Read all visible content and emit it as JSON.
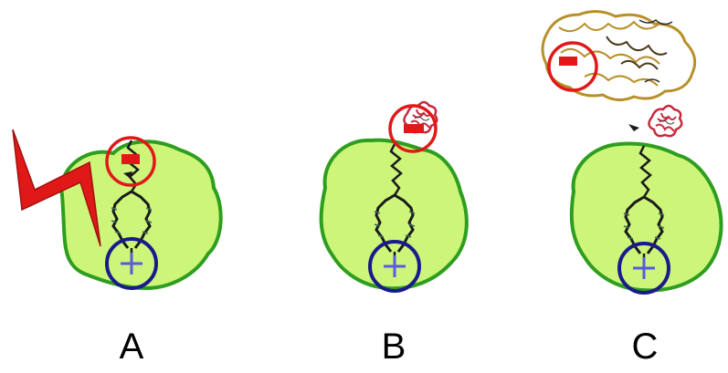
{
  "panels": [
    {
      "label": "A"
    },
    {
      "label": "B"
    },
    {
      "label": "C"
    }
  ],
  "colors": {
    "cell_fill": "#ccf57a",
    "cell_stroke": "#2e9e1e",
    "plus_circle": "#1a1a8c",
    "minus_circle": "#e01818",
    "lightning": "#e01818",
    "chain": "#1a1a1a",
    "protein_red": "#c8283c",
    "protein_gold": "#b8902a"
  },
  "icons": [
    "lightning-icon",
    "minus-charge-icon",
    "plus-charge-icon",
    "protein-structure-icon",
    "arrow-icon"
  ]
}
